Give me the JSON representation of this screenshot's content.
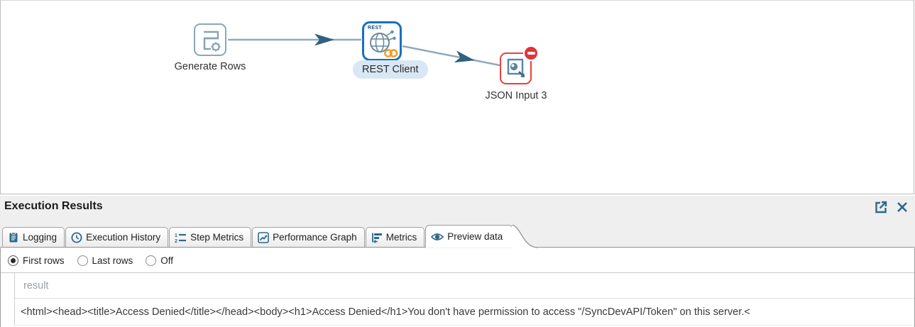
{
  "canvas": {
    "nodes": [
      {
        "label": "Generate Rows"
      },
      {
        "label": "REST Client"
      },
      {
        "label": "JSON Input 3"
      }
    ],
    "rest_icon_text": "REST"
  },
  "panel": {
    "title": "Execution Results",
    "tabs": [
      {
        "label": "Logging"
      },
      {
        "label": "Execution History"
      },
      {
        "label": "Step Metrics"
      },
      {
        "label": "Performance Graph"
      },
      {
        "label": "Metrics"
      },
      {
        "label": "Preview data"
      }
    ],
    "active_tab": "Preview data",
    "radios": [
      {
        "label": "First rows",
        "selected": true
      },
      {
        "label": "Last rows",
        "selected": false
      },
      {
        "label": "Off",
        "selected": false
      }
    ],
    "table": {
      "columns": [
        "result"
      ],
      "rows": [
        "<html><head><title>Access Denied</title></head><body><h1>Access Denied</h1>You don't have permission to access \"/SyncDevAPI/Token\" on this server.<"
      ]
    }
  },
  "colors": {
    "selection_blue": "#1a6fc0",
    "error_red": "#e8413c",
    "steel_blue": "#2e688c",
    "hop_line": "#8fa9bd",
    "hop_arrow": "#2f6183",
    "label_pill_bg": "#d8e7f4"
  }
}
